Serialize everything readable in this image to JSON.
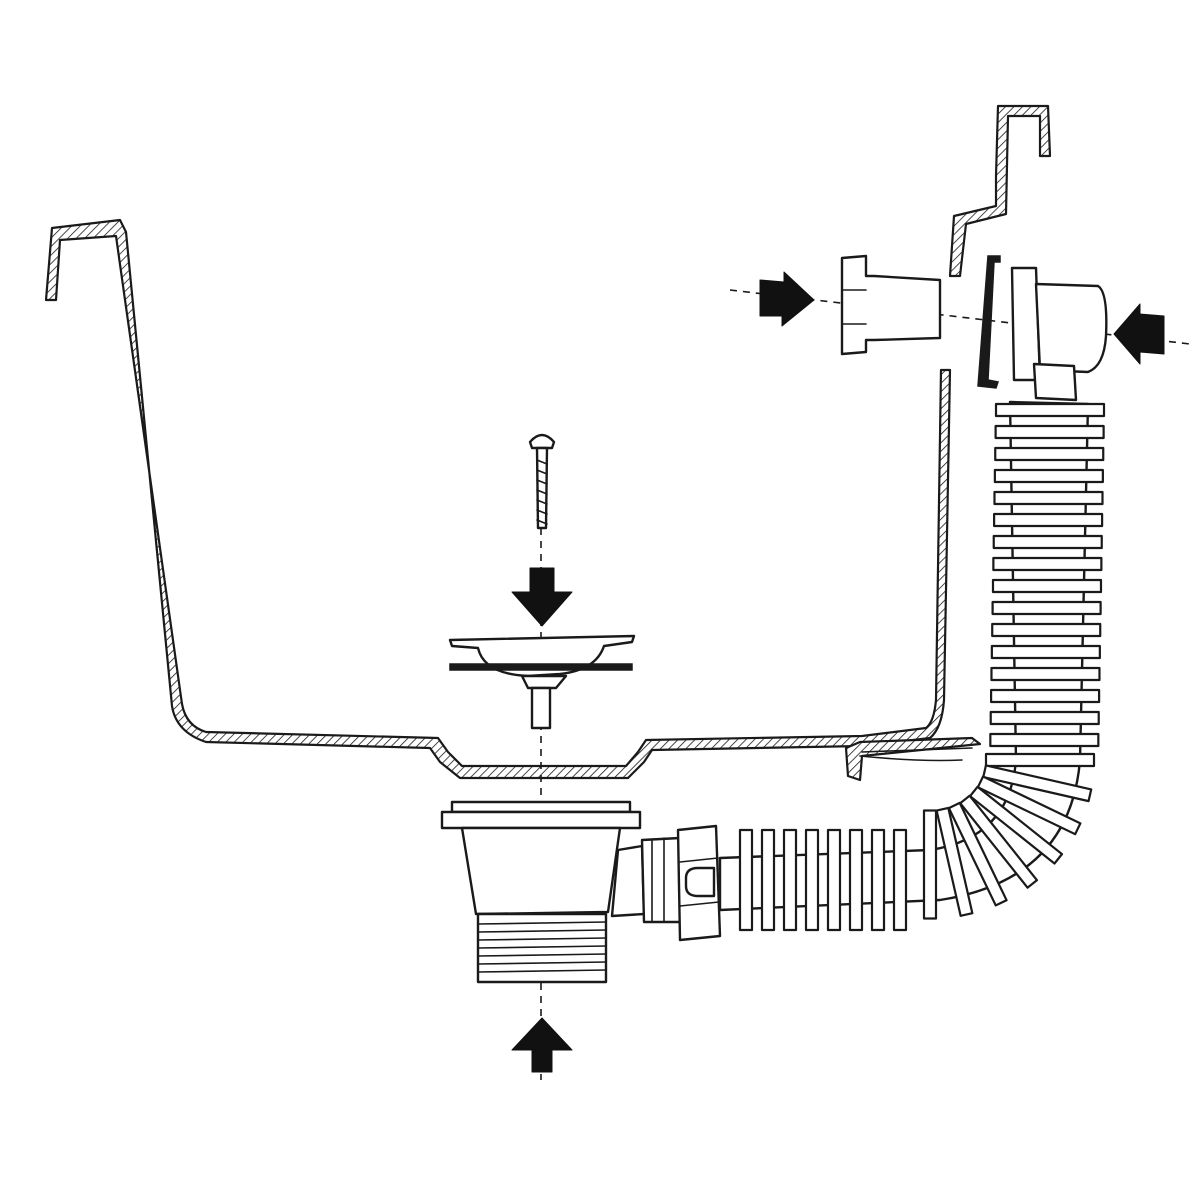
{
  "diagram": {
    "kind": "exploded assembly drawing",
    "parts": [
      {
        "id": "sink-bowl",
        "label": ""
      },
      {
        "id": "overflow-panel",
        "label": ""
      },
      {
        "id": "screw",
        "label": ""
      },
      {
        "id": "strainer-plug",
        "label": ""
      },
      {
        "id": "basket-waste-flange",
        "label": ""
      },
      {
        "id": "sealing-washer",
        "label": ""
      },
      {
        "id": "waste-body",
        "label": ""
      },
      {
        "id": "overflow-connector",
        "label": ""
      },
      {
        "id": "overflow-head",
        "label": ""
      },
      {
        "id": "flexible-hose",
        "label": ""
      }
    ],
    "arrows": [
      {
        "id": "arrow-down-top",
        "direction": "down"
      },
      {
        "id": "arrow-up-bottom",
        "direction": "up"
      },
      {
        "id": "arrow-right-overflow",
        "direction": "right"
      },
      {
        "id": "arrow-left-overflow",
        "direction": "left"
      }
    ],
    "colors": {
      "line": "#1a1a1a",
      "arrow": "#111111",
      "background": "#ffffff"
    }
  }
}
